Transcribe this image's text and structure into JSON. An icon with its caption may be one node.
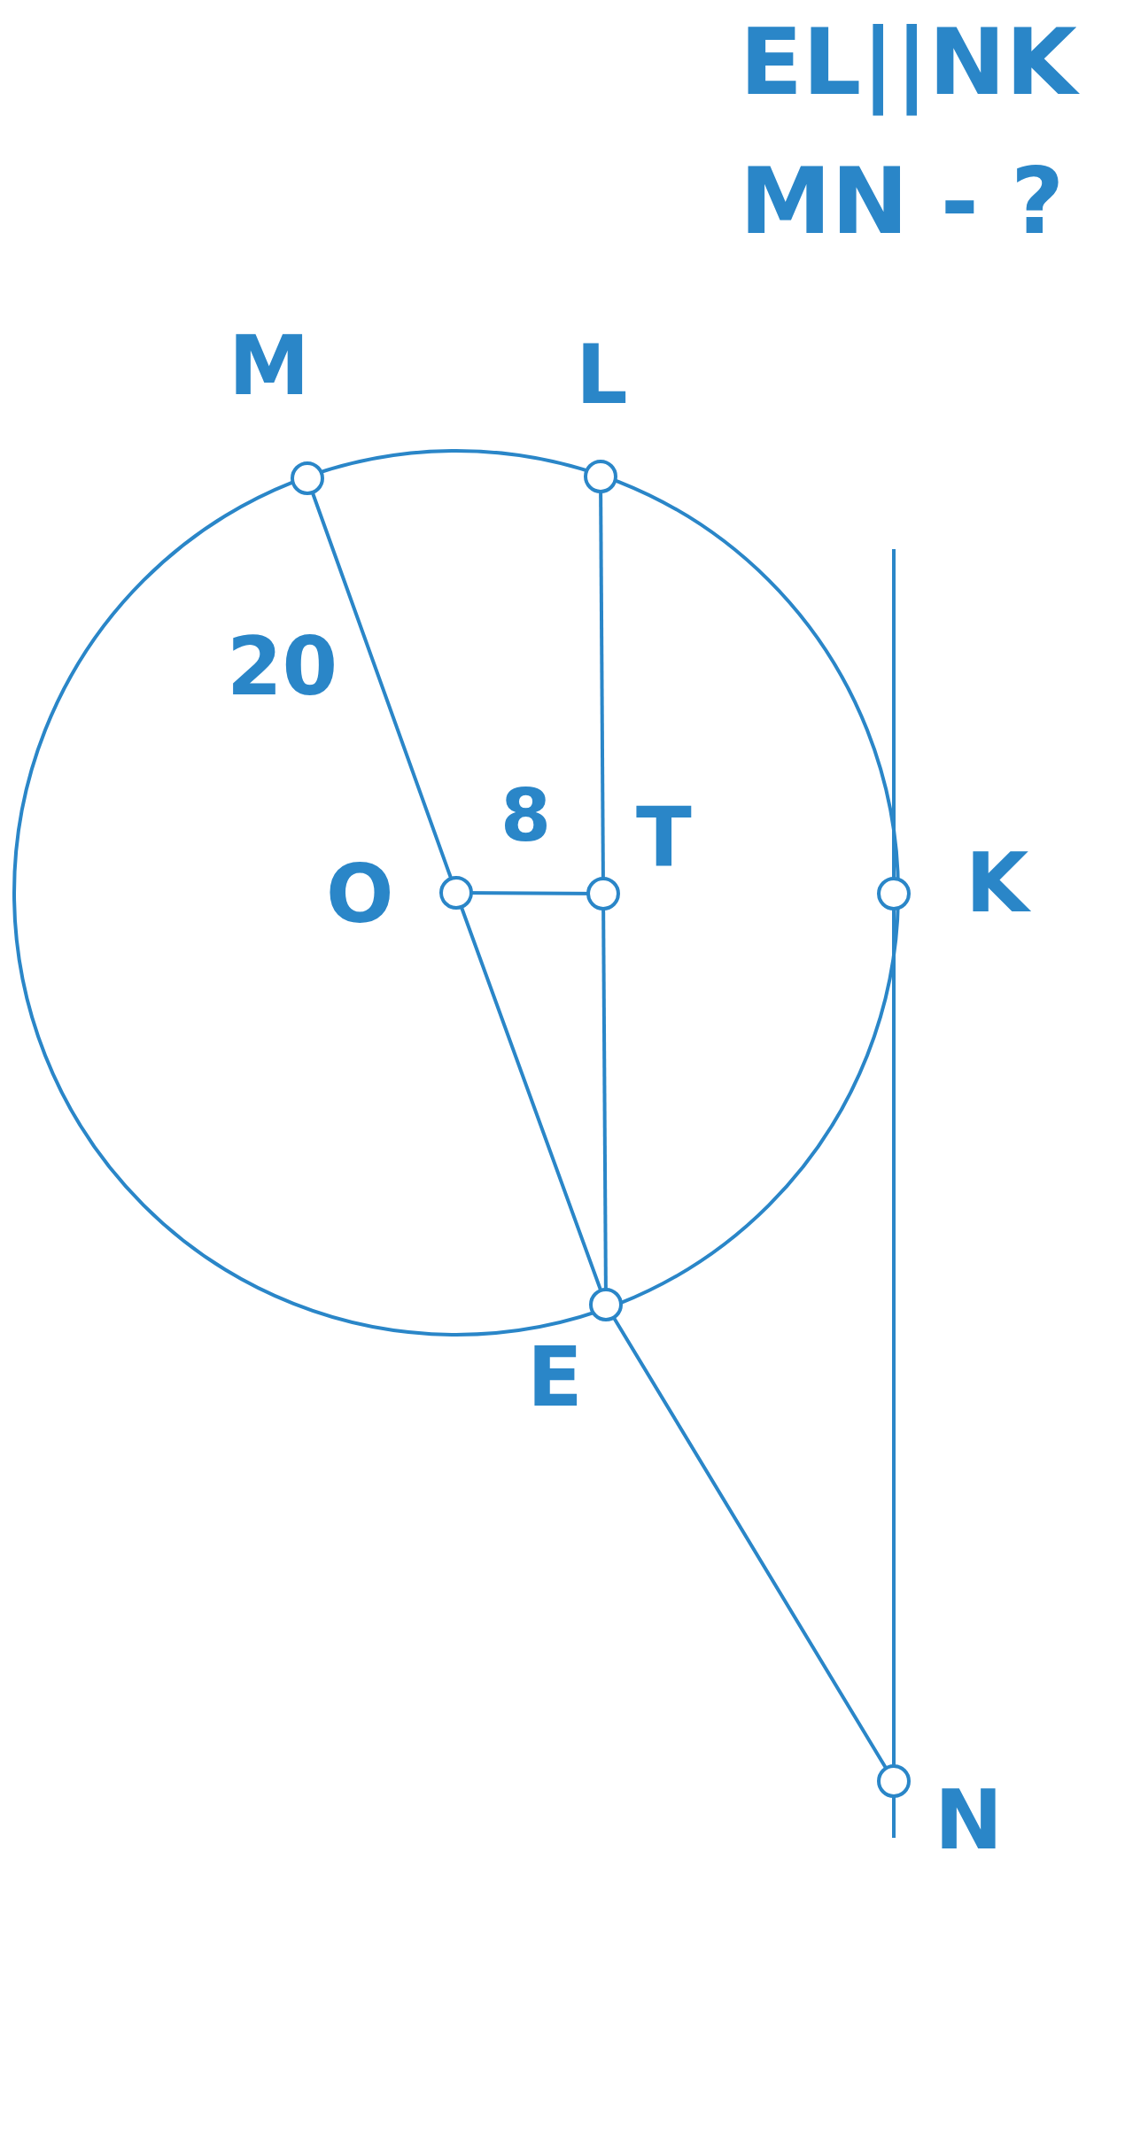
{
  "diagram": {
    "labels": [
      "EL||NK",
      "MN - ?",
      "M",
      "L",
      "20",
      "8",
      "T",
      "O",
      "K",
      "E",
      "N"
    ]
  }
}
